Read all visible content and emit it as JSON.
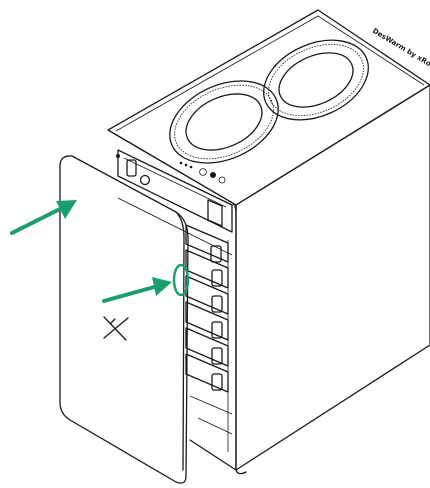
{
  "device": {
    "brand_text": "DesWarm by xRoot",
    "fan_count": 2,
    "drive_bay_count": 6
  },
  "annotations": {
    "accent_color": "#1a9e6e",
    "arrow_count": 2,
    "highlight": "circle-around-drive-bay-latch"
  },
  "cover": {
    "logo_icon": "x-logo-icon"
  }
}
